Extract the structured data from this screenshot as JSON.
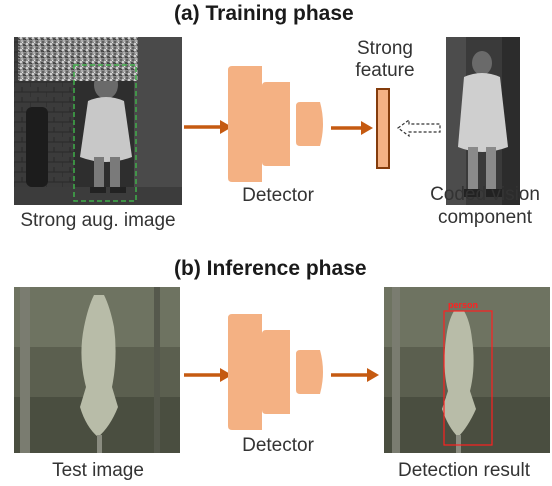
{
  "training": {
    "title": "(a)  Training phase",
    "input_caption": "Strong aug. image",
    "detector_label": "Detector",
    "feature_label_line1": "Strong",
    "feature_label_line2": "feature",
    "coded_caption_line1": "Coded vision",
    "coded_caption_line2": "component"
  },
  "inference": {
    "title": "(b)  Inference phase",
    "input_caption": "Test image",
    "detector_label": "Detector",
    "result_caption": "Detection result",
    "box_label": "person"
  },
  "colors": {
    "detector_fill": "#f4b183",
    "arrow": "#c55a11",
    "feature_fill": "#f4b183",
    "feature_stroke": "#843c0c",
    "dashed_box": "#3fae49",
    "detection_box": "#ff2020"
  }
}
